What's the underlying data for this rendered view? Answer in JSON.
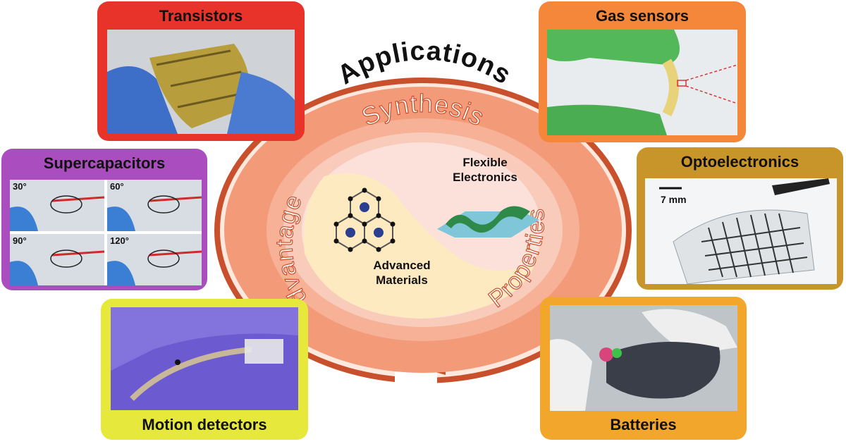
{
  "center": {
    "outer_label": "Applications",
    "ring_labels": {
      "top": "Synthesis",
      "left": "Advantages",
      "right": "Properties"
    },
    "inner_top": {
      "line1": "Flexible",
      "line2": "Electronics"
    },
    "inner_bottom": {
      "line1": "Advanced",
      "line2": "Materials"
    }
  },
  "cards": {
    "transistors": {
      "title": "Transistors"
    },
    "gas_sensors": {
      "title": "Gas sensors"
    },
    "supercapacitors": {
      "title": "Supercapacitors",
      "angles": [
        "30°",
        "60°",
        "90°",
        "120°"
      ]
    },
    "optoelectronics": {
      "title": "Optoelectronics",
      "scale_bar": "7 mm"
    },
    "motion_detectors": {
      "title": "Motion detectors"
    },
    "batteries": {
      "title": "Batteries"
    }
  },
  "colors": {
    "transistors": "#e8332b",
    "gas_sensors": "#f4873a",
    "supercapacitors": "#a94dbf",
    "optoelectronics": "#c8952a",
    "motion_detectors": "#e6e83c",
    "batteries": "#f3a62c",
    "outer_ring": "#c9502c",
    "ring_fill": "#f29c7a",
    "inner_ring": "#f6b9a0"
  }
}
